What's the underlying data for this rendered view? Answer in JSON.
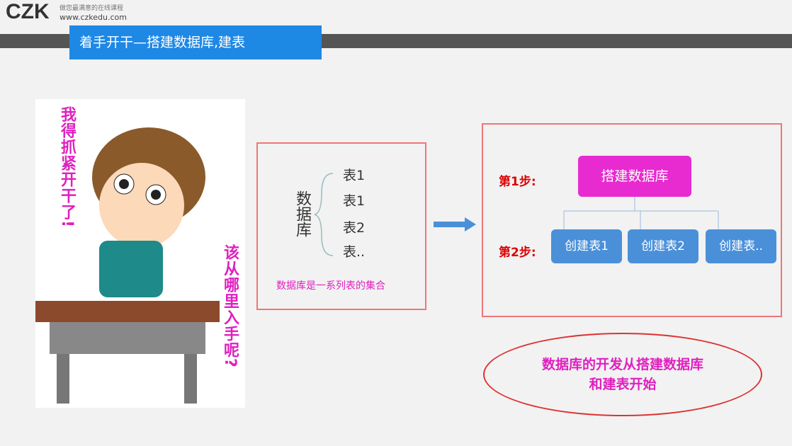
{
  "header": {
    "logo": "CZK",
    "tagline": "做您最满意的在线课程",
    "url": "www.czkedu.com",
    "title": "着手开干—搭建数据库,建表"
  },
  "illustration": {
    "left_caption": "我得抓紧开干了!",
    "right_caption": "该从哪里入手呢?"
  },
  "diagram": {
    "root": "数据库",
    "tables": [
      "表1",
      "表1",
      "表2",
      "表.."
    ],
    "caption": "数据库是一系列表的集合"
  },
  "steps": {
    "step1_label": "第1步:",
    "step1_box": "搭建数据库",
    "step2_label": "第2步:",
    "step2_boxes": [
      "创建表1",
      "创建表2",
      "创建表.."
    ]
  },
  "summary": "数据库的开发从搭建数据库和建表开始",
  "colors": {
    "accent": "#1e88e5",
    "magenta": "#e020c0",
    "step_blue": "#4a90d9",
    "red_border": "#e77"
  }
}
